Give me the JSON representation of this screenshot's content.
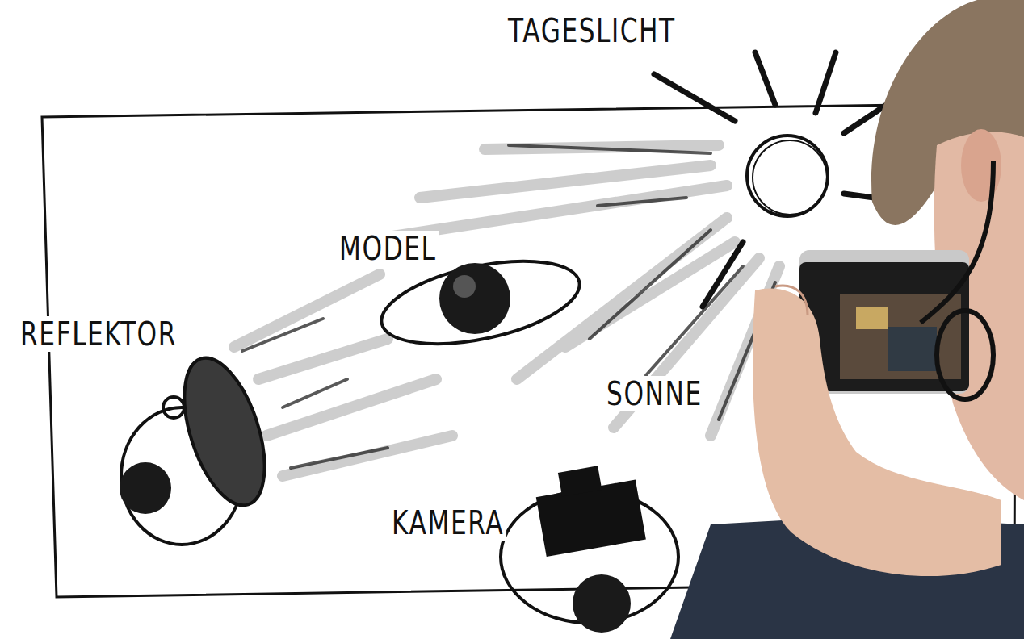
{
  "diagram": {
    "labels": [
      "TAGESLICHT",
      "MODEL",
      "REFLEKTOR",
      "SONNE",
      "KAMERA"
    ]
  }
}
